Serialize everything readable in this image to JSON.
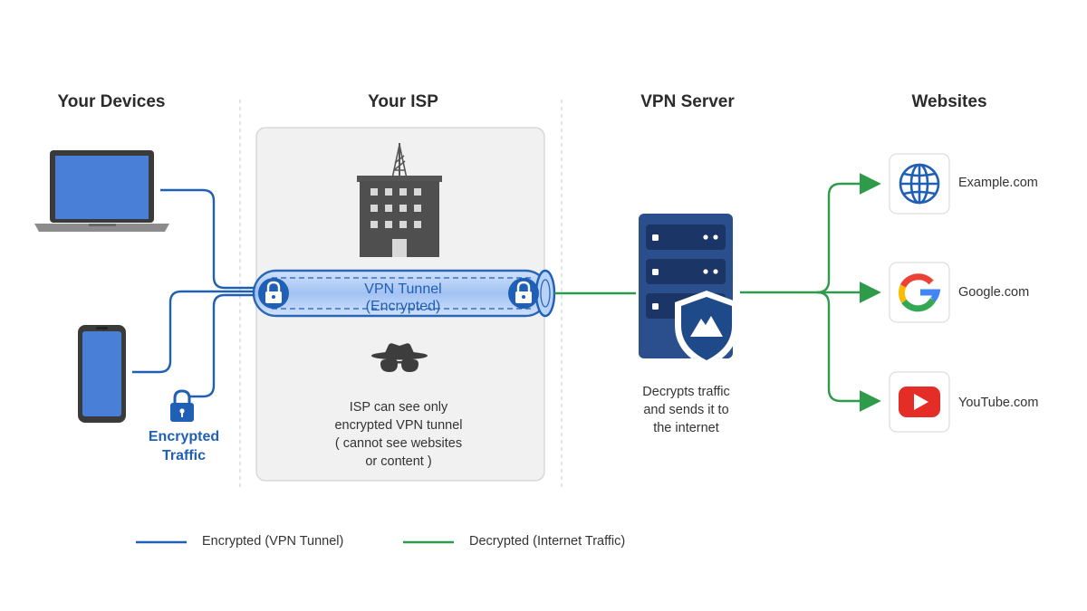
{
  "columns": {
    "devices": "Your Devices",
    "isp": "Your ISP",
    "vpn_server": "VPN Server",
    "websites": "Websites"
  },
  "tunnel": {
    "line1": "VPN Tunnel",
    "line2": "(Encrypted)"
  },
  "isp_note": [
    "ISP can see only",
    "encrypted VPN tunnel",
    "( cannot see websites",
    "or content )"
  ],
  "vpn_note": [
    "Decrypts traffic",
    "and sends it to",
    "the internet"
  ],
  "encrypted_traffic": [
    "Encrypted",
    "Traffic"
  ],
  "sites": [
    {
      "label": "Example.com",
      "icon": "globe-icon"
    },
    {
      "label": "Google.com",
      "icon": "google-icon"
    },
    {
      "label": "YouTube.com",
      "icon": "youtube-icon"
    }
  ],
  "legend": {
    "encrypted": "Encrypted (VPN Tunnel)",
    "decrypted": "Decrypted (Internet Traffic)"
  },
  "colors": {
    "encrypted": "#1f5fb5",
    "decrypted": "#2e9b4a",
    "device_screen": "#4a7fd8",
    "server": "#2a4f8c"
  }
}
